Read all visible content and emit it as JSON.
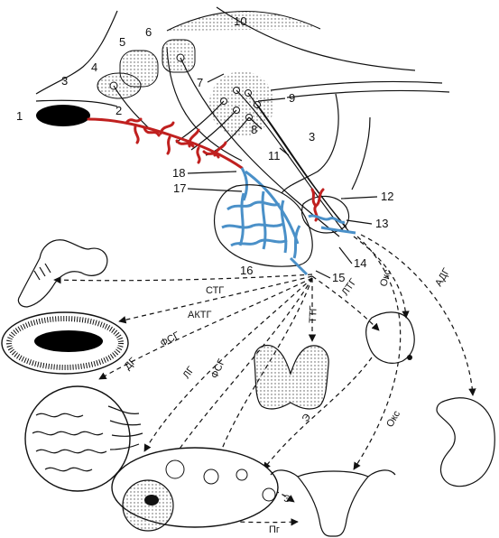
{
  "colors": {
    "artery": "#c0201f",
    "portal_vessels": "#4a90c8",
    "ink": "#111111",
    "chiasm_fill": "#000000"
  },
  "numbers": {
    "n1": "1",
    "n2": "2",
    "n3a": "3",
    "n3b": "3",
    "n4": "4",
    "n5": "5",
    "n6": "6",
    "n7": "7",
    "n8": "8",
    "n9": "9",
    "n10": "10",
    "n11": "11",
    "n12": "12",
    "n13": "13",
    "n14": "14",
    "n15": "15",
    "n16": "16",
    "n17": "17",
    "n18": "18"
  },
  "hormones": {
    "stg": "СТГ",
    "aktg": "АКТГ",
    "fsg1": "ФСГ",
    "dg": "ДГ",
    "lg": "ЛГ",
    "fsg2": "ФСГ",
    "ttg": "ТТГ",
    "ltg": "ЛТГ",
    "oks1": "Окс",
    "oks2": "Окс",
    "adg": "АДГ",
    "e1": "Э",
    "e2": "Э",
    "pg": "Пг"
  },
  "icons": [
    "bone-icon",
    "adrenal-icon",
    "testis-icon",
    "thyroid-icon",
    "breast-icon",
    "kidney-icon",
    "ovary-icon",
    "uterus-icon"
  ]
}
